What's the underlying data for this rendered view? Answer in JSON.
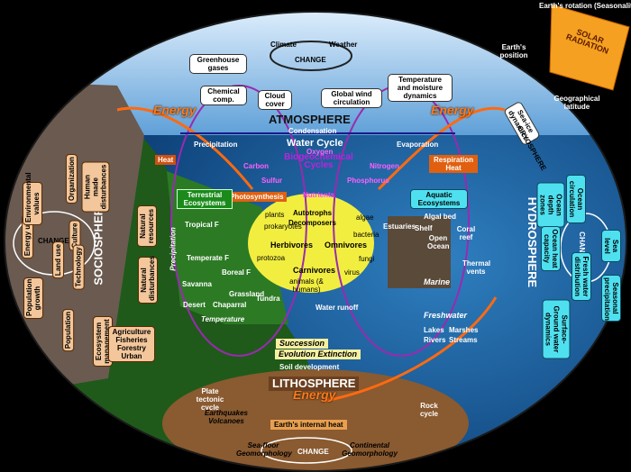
{
  "sun": {
    "title": "SOLAR RADIATION",
    "rotation": "Earth's rotation (Seasonality)",
    "position": "Earth's position",
    "latitude": "Geographical latitude"
  },
  "atmosphere": {
    "title": "ATMOSPHERE",
    "climate": "Climate",
    "weather": "Weather",
    "change": "CHANGE",
    "greenhouse": "Greenhouse gases",
    "chemical": "Chemical comp.",
    "cloud": "Cloud cover",
    "wind": "Global wind circulation",
    "temp_moist": "Temperature and moisture dynamics"
  },
  "energy": {
    "left": "Energy",
    "right": "Energy",
    "bottom": "Energy"
  },
  "water_cycle": {
    "title": "Water Cycle",
    "condensation": "Condensation",
    "precipitation": "Precipitation",
    "evaporation": "Evaporation"
  },
  "biogeo": {
    "title": "Biogeochemical Cycles",
    "oxygen": "Oxygen",
    "carbon": "Carbon",
    "nitrogen": "Nitrogen",
    "sulfur": "Sulfur",
    "phosphorus": "Phosphorus",
    "nutrients": "Nutrients"
  },
  "heat": {
    "left": "Heat",
    "respiration": "Respiration Heat",
    "photosynthesis": "Photosynthesis"
  },
  "food_web": {
    "autotrophs": "Autotrophs",
    "decomposers": "Decomposers",
    "herbivores": "Herbivores",
    "omnivores": "Omnivores",
    "carnivores": "Carnivores",
    "plants": "plants",
    "algae": "algae",
    "bacteria": "bacteria",
    "fungi": "fungi",
    "protozoa": "protozoa",
    "prokaryotes": "prokaryotes",
    "virus": "virus",
    "animals": "animals (& humans)"
  },
  "terrestrial": {
    "title": "Terrestrial Ecosystems",
    "tropical": "Tropical F",
    "temperate": "Temperate F",
    "boreal": "Boreal F",
    "savanna": "Savanna",
    "grassland": "Grassland",
    "tundra": "Tundra",
    "desert": "Desert",
    "chaparral": "Chaparral",
    "precipitation": "Precipitation",
    "temperature": "Temperature",
    "water_runoff": "Water runoff"
  },
  "aquatic": {
    "title": "Aquatic Ecosystems",
    "algal": "Algal bed",
    "estuaries": "Estuaries",
    "shelf": "Shelf",
    "open_ocean": "Open Ocean",
    "coral": "Coral reef",
    "thermal": "Thermal vents",
    "marine": "Marine",
    "freshwater": "Freshwater",
    "lakes": "Lakes",
    "rivers": "Rivers",
    "marshes": "Marshes",
    "streams": "Streams"
  },
  "hydrosphere": {
    "title": "HYDROSPHERE",
    "cryosphere": "Sea-ice dynamics",
    "cryo_label": "CRYOSPHERE",
    "ocean_circ": "Ocean circulation",
    "sea_level": "Sea level",
    "change": "CHANGE",
    "depth": "Ocean depth zones",
    "heat_cap": "Ocean heat capacity",
    "fresh_dist": "Fresh water distribution",
    "seasonal_precip": "Seasonal precipitation",
    "surface_ground": "Surface-Ground water dynamics"
  },
  "sociosphere": {
    "title": "SOCIOSPHERE",
    "energy_use": "Energy use",
    "environmental": "Environmental values",
    "organization": "Organization",
    "human_dist": "Human made disturbances",
    "change": "CHANGE",
    "land_use": "Land use",
    "culture": "Culture",
    "technology": "Technology",
    "natural_res": "Natural resources",
    "natural_dist": "Natural disturbances",
    "pop_growth": "Population growth",
    "population": "Population",
    "ecosystem_mgmt": "Ecosystem management",
    "agri": "Agriculture Fisheries Forestry Urban"
  },
  "lithosphere": {
    "title": "LITHOSPHERE",
    "succession": "Succession",
    "evolution": "Evolution Extinction",
    "soil": "Soil development",
    "plate": "Plate tectonic cycle",
    "quakes": "Earthquakes Volcanoes",
    "internal": "Earth's internal heat",
    "rock": "Rock cycle",
    "seafloor": "Sea-floor Geomorphology",
    "change": "CHANGE",
    "continental": "Continental Geomorphology"
  }
}
